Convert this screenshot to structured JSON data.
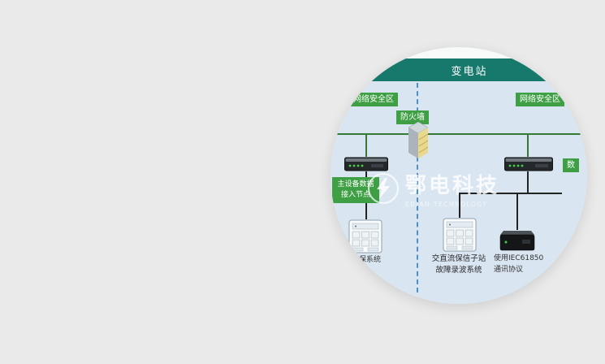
{
  "page": {
    "background": "#eaeaea"
  },
  "callout": {
    "title_bar": {
      "label": "变电站"
    },
    "zones": {
      "left_label": "网络安全区",
      "right_label": "网络安全区"
    },
    "firewall_label": "防火墙",
    "access_node_label": {
      "line1": "主设备数据",
      "line2": "接入节点"
    },
    "edge_label": "数",
    "captions": {
      "left": {
        "line1": "保系统"
      },
      "middle": {
        "line1": "交直流保信子站",
        "line2": "故障录波系统"
      },
      "right": {
        "line1": "使用IEC61850",
        "line2": "通讯协议"
      }
    },
    "watermark": {
      "text": "鄂电科技",
      "subtext": "EDIAN TECHNOLOGY"
    },
    "colors": {
      "header_teal": "#17796b",
      "zone_green": "#3f9f44",
      "diagram_blue": "#d9e5f0",
      "trunk_green": "#357a35",
      "divider_blue": "#4f8fd0"
    }
  }
}
